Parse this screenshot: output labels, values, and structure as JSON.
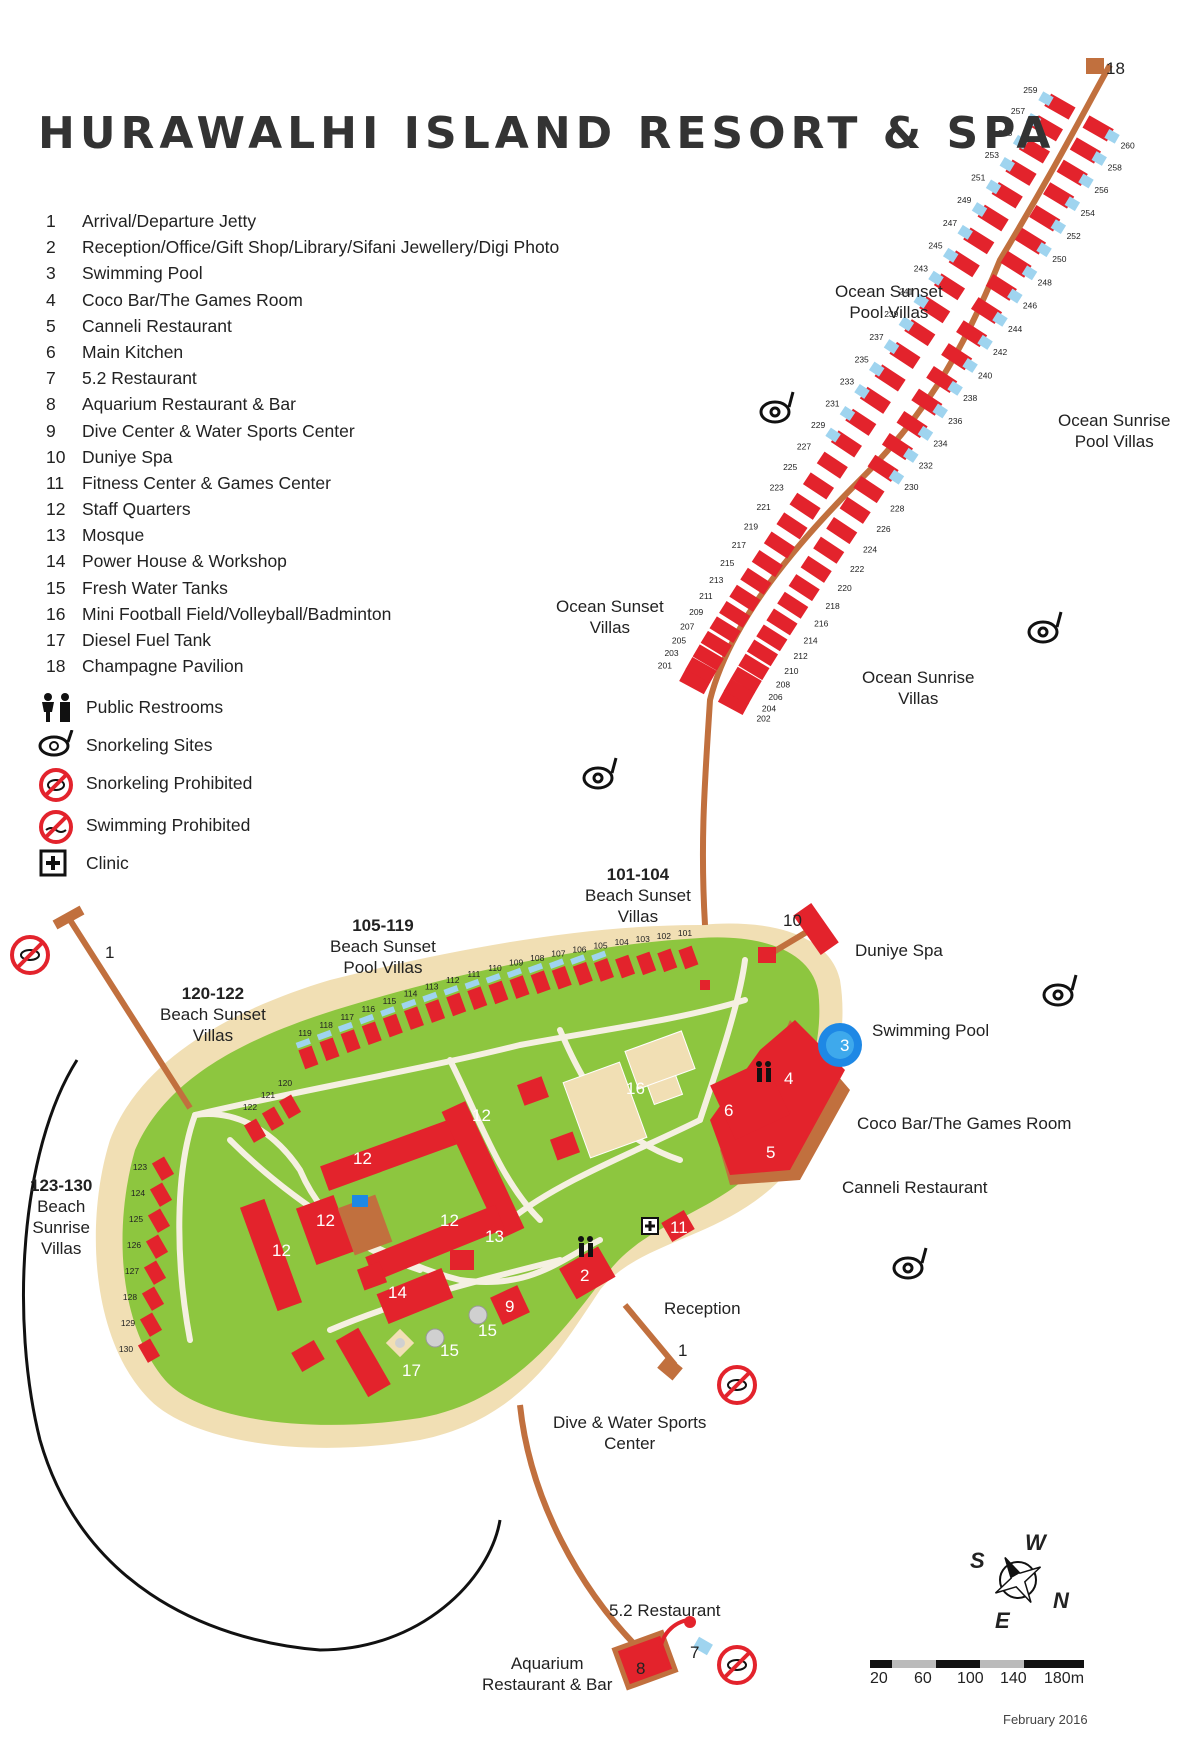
{
  "title": "HURAWALHI ISLAND RESORT & SPA",
  "legend": [
    {
      "num": "1",
      "text": "Arrival/Departure Jetty"
    },
    {
      "num": "2",
      "text": "Reception/Office/Gift Shop/Library/Sifani Jewellery/Digi Photo"
    },
    {
      "num": "3",
      "text": "Swimming Pool"
    },
    {
      "num": "4",
      "text": "Coco Bar/The Games Room"
    },
    {
      "num": "5",
      "text": "Canneli Restaurant"
    },
    {
      "num": "6",
      "text": "Main Kitchen"
    },
    {
      "num": "7",
      "text": "5.2 Restaurant"
    },
    {
      "num": "8",
      "text": "Aquarium Restaurant & Bar"
    },
    {
      "num": "9",
      "text": "Dive Center & Water Sports Center"
    },
    {
      "num": "10",
      "text": "Duniye Spa"
    },
    {
      "num": "11",
      "text": "Fitness Center & Games Center"
    },
    {
      "num": "12",
      "text": "Staff Quarters"
    },
    {
      "num": "13",
      "text": "Mosque"
    },
    {
      "num": "14",
      "text": "Power House & Workshop"
    },
    {
      "num": "15",
      "text": "Fresh Water Tanks"
    },
    {
      "num": "16",
      "text": "Mini Football Field/Volleyball/Badminton"
    },
    {
      "num": "17",
      "text": "Diesel Fuel Tank"
    },
    {
      "num": "18",
      "text": "Champagne Pavilion"
    }
  ],
  "symbols": {
    "restrooms": "Public Restrooms",
    "snorkeling": "Snorkeling Sites",
    "snorkel_prohibited": "Snorkeling Prohibited",
    "swim_prohibited": "Swimming Prohibited",
    "clinic": "Clinic"
  },
  "map_labels": {
    "ocean_sunset_pool_l1": "Ocean Sunset",
    "ocean_sunset_pool_l2": "Pool Villas",
    "ocean_sunrise_pool_l1": "Ocean Sunrise",
    "ocean_sunrise_pool_l2": "Pool Villas",
    "ocean_sunset_l1": "Ocean Sunset",
    "ocean_sunset_l2": "Villas",
    "ocean_sunrise_l1": "Ocean Sunrise",
    "ocean_sunrise_l2": "Villas",
    "v101_num": "101-104",
    "v101_l1": "Beach Sunset",
    "v101_l2": "Villas",
    "v105_num": "105-119",
    "v105_l1": "Beach Sunset",
    "v105_l2": "Pool Villas",
    "v120_num": "120-122",
    "v120_l1": "Beach Sunset",
    "v120_l2": "Villas",
    "v123_num": "123-130",
    "v123_l1": "Beach",
    "v123_l2": "Sunrise",
    "v123_l3": "Villas",
    "duniye": "Duniye Spa",
    "pool": "Swimming Pool",
    "coco": "Coco Bar/The Games Room",
    "canneli": "Canneli Restaurant",
    "reception": "Reception",
    "dive_l1": "Dive & Water Sports",
    "dive_l2": "Center",
    "r52": "5.2 Restaurant",
    "aquarium_l1": "Aquarium",
    "aquarium_l2": "Restaurant & Bar"
  },
  "map_numbers": {
    "n1a": "1",
    "n1b": "1",
    "n2": "2",
    "n3": "3",
    "n4": "4",
    "n5": "5",
    "n6": "6",
    "n7": "7",
    "n8": "8",
    "n9": "9",
    "n10": "10",
    "n11": "11",
    "n12a": "12",
    "n12b": "12",
    "n12c": "12",
    "n12d": "12",
    "n12e": "12",
    "n13": "13",
    "n14": "14",
    "n15a": "15",
    "n15b": "15",
    "n16": "16",
    "n17": "17",
    "n18": "18"
  },
  "villa_numbers_west": [
    "202",
    "204",
    "206",
    "208",
    "210",
    "212",
    "214",
    "216",
    "218",
    "220",
    "222",
    "224",
    "226",
    "228",
    "230",
    "232",
    "234",
    "236",
    "238",
    "240",
    "242",
    "244",
    "246",
    "248",
    "250",
    "252",
    "254",
    "256",
    "258",
    "260"
  ],
  "villa_numbers_east": [
    "201",
    "203",
    "205",
    "207",
    "209",
    "211",
    "213",
    "215",
    "217",
    "219",
    "221",
    "223",
    "225",
    "227",
    "229",
    "231",
    "233",
    "235",
    "237",
    "239",
    "241",
    "243",
    "245",
    "247",
    "249",
    "251",
    "253",
    "255",
    "257",
    "259"
  ],
  "beach_villa_numbers": [
    "101",
    "102",
    "103",
    "104",
    "105",
    "106",
    "107",
    "108",
    "109",
    "110",
    "111",
    "112",
    "113",
    "114",
    "115",
    "116",
    "117",
    "118",
    "119",
    "120",
    "121",
    "122",
    "123",
    "124",
    "125",
    "126",
    "127",
    "128",
    "129",
    "130"
  ],
  "compass": {
    "w": "W",
    "n": "N",
    "s": "S",
    "e": "E"
  },
  "scale": {
    "ticks": [
      "20",
      "60",
      "100",
      "140",
      "180m"
    ]
  },
  "date": "February 2016",
  "colors": {
    "building": "#e3232c",
    "land": "#8dc63f",
    "sand": "#f1dfb4",
    "jetty": "#c1703e",
    "pool": "#9fd4ef"
  }
}
